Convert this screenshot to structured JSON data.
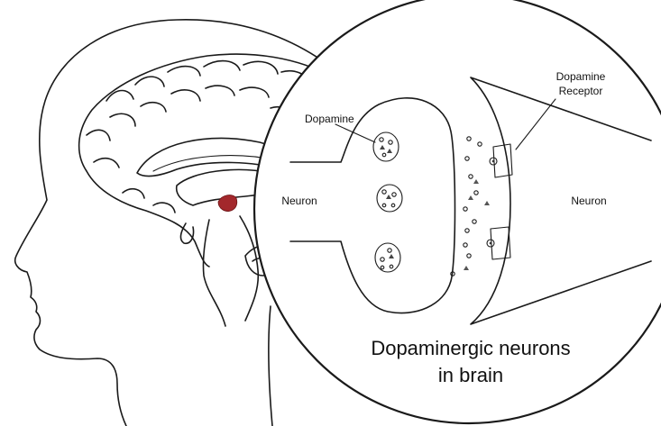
{
  "labels": {
    "dopamine": "Dopamine",
    "receptor_line1": "Dopamine",
    "receptor_line2": "Receptor",
    "neuron_left": "Neuron",
    "neuron_right": "Neuron"
  },
  "caption": {
    "line1": "Dopaminergic neurons",
    "line2": "in brain"
  },
  "colors": {
    "line": "#1a1a1a",
    "highlight_region": "#a3282c",
    "background": "#ffffff"
  }
}
